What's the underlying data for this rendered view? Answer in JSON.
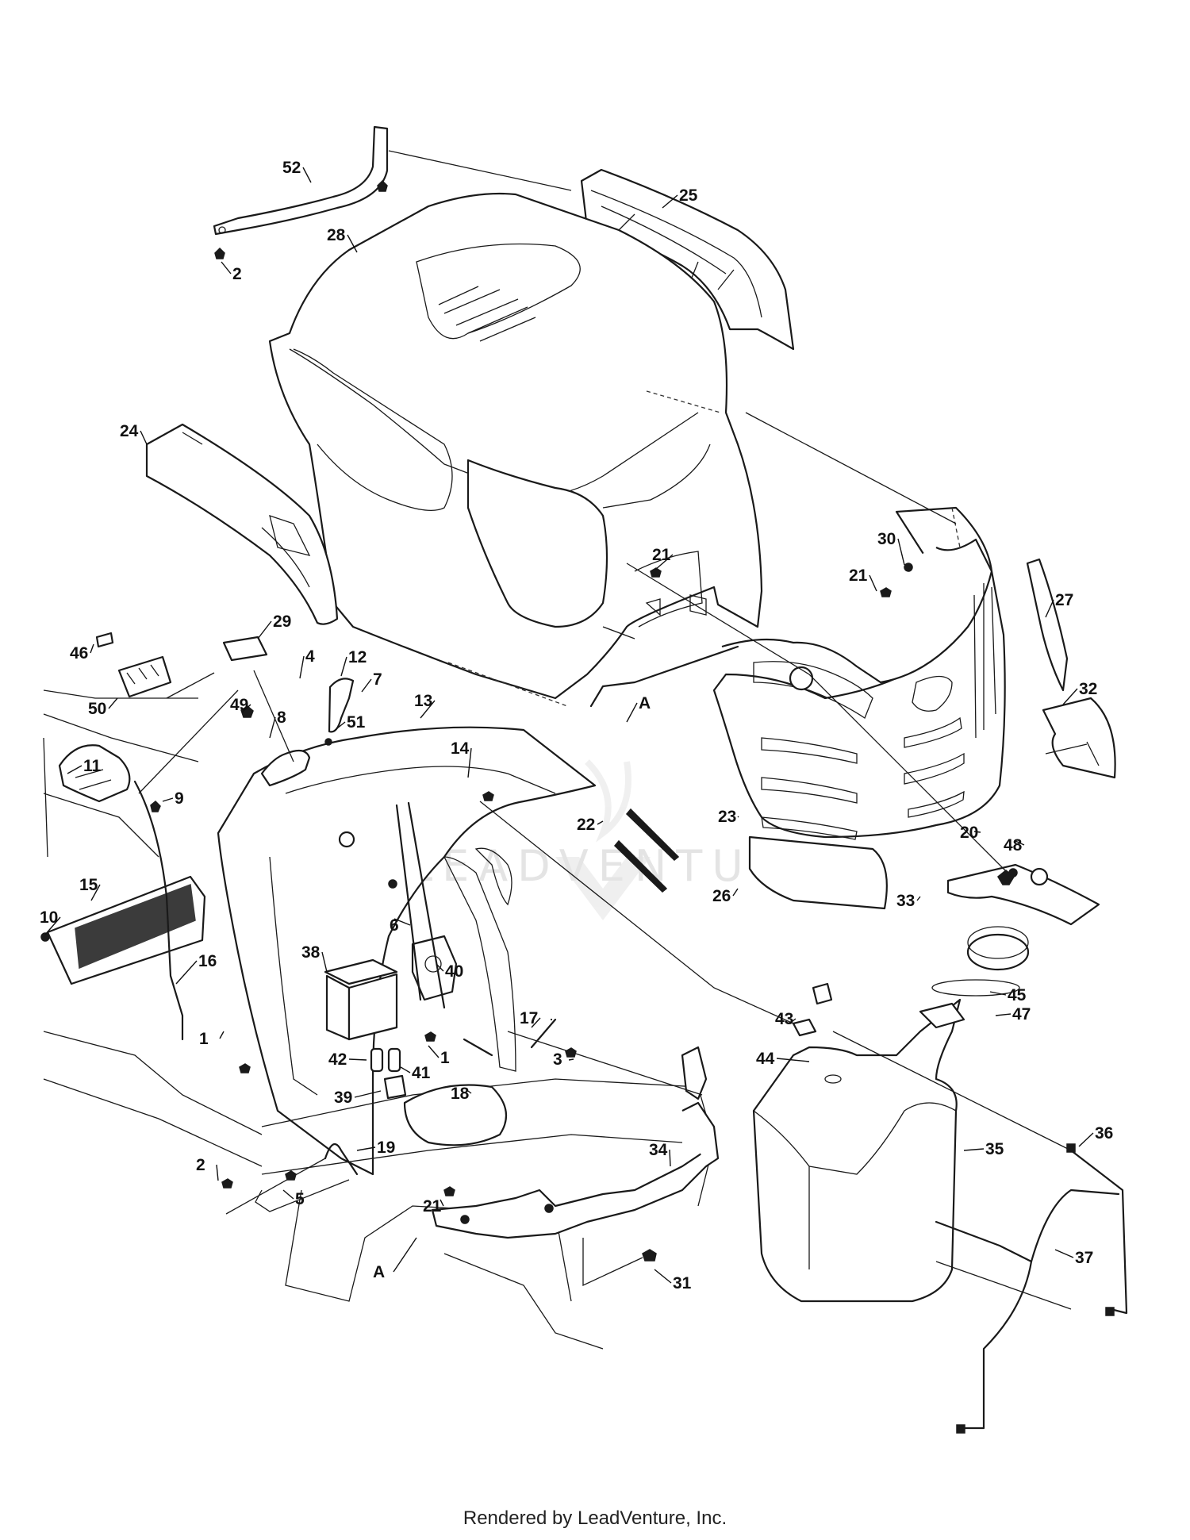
{
  "watermark": "LEADVENTURE",
  "footer": "Rendered by LeadVenture, Inc.",
  "callouts": [
    "52",
    "2",
    "25",
    "28",
    "24",
    "21",
    "30",
    "21",
    "27",
    "29",
    "46",
    "4",
    "12",
    "7",
    "50",
    "49",
    "8",
    "51",
    "13",
    "14",
    "A",
    "32",
    "11",
    "9",
    "23",
    "22",
    "20",
    "48",
    "26",
    "33",
    "10",
    "15",
    "6",
    "38",
    "40",
    "16",
    "45",
    "47",
    "43",
    "17",
    "1",
    "44",
    "42",
    "41",
    "1",
    "3",
    "39",
    "18",
    "19",
    "34",
    "35",
    "36",
    "2",
    "21",
    "5",
    "37",
    "A",
    "31"
  ]
}
